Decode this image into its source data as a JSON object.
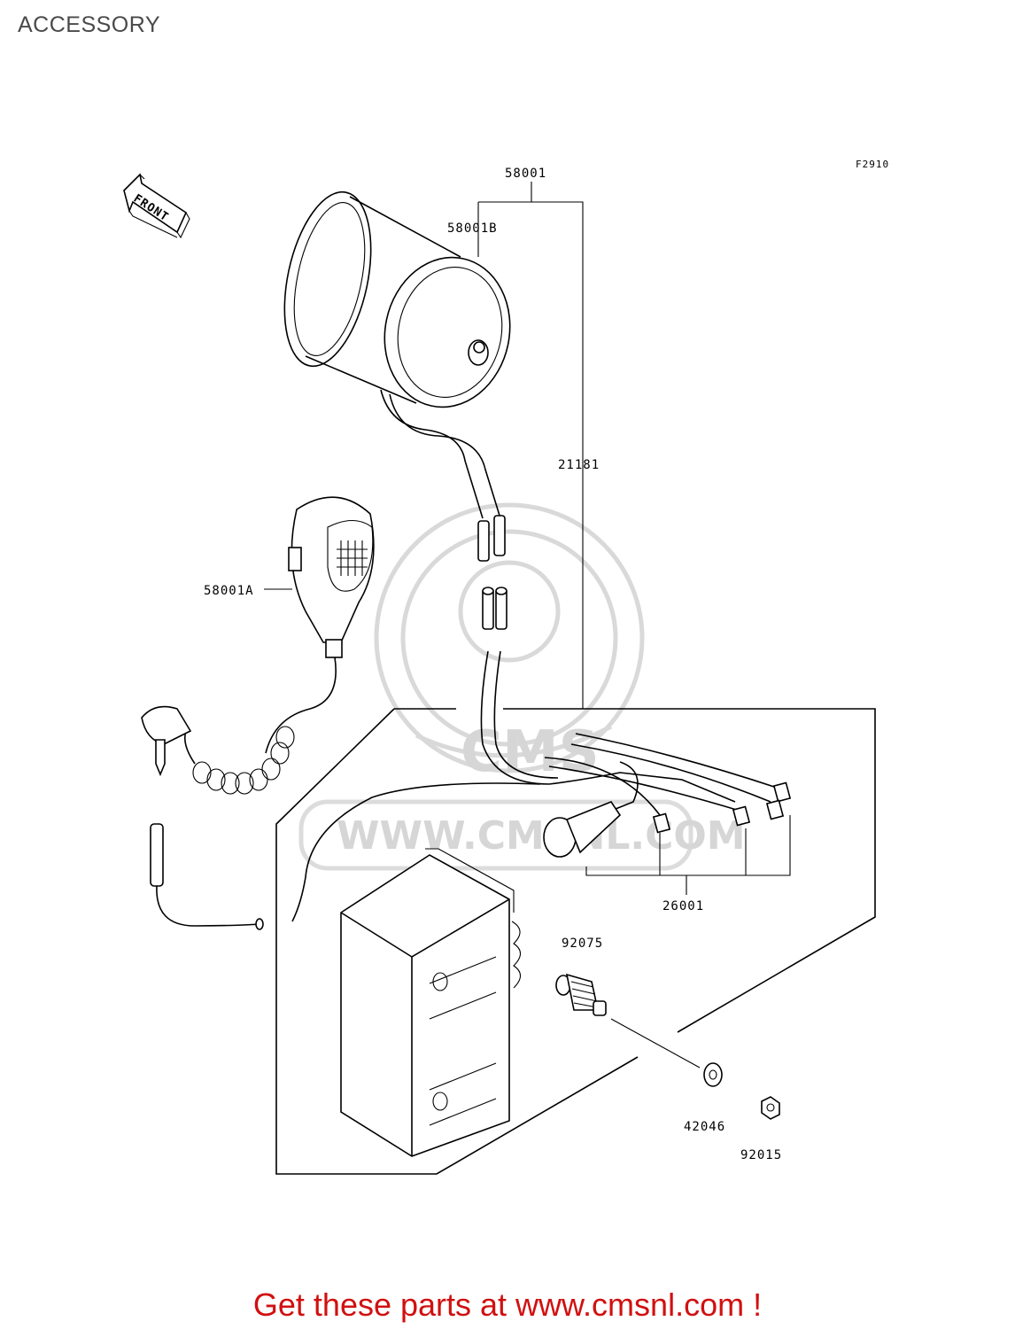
{
  "header": {
    "title": "ACCESSORY"
  },
  "figure_code": "F2910",
  "front_arrow_label": "FRONT",
  "watermark": {
    "text": "WWW.CMSNL.COM",
    "logo": "CMS"
  },
  "callouts": {
    "p58001": "58001",
    "p58001B": "58001B",
    "p58001A": "58001A",
    "p21181": "21181",
    "p26001": "26001",
    "p92075": "92075",
    "p42046": "42046",
    "p92015": "92015"
  },
  "footer": {
    "cta": "Get these parts at www.cmsnl.com !",
    "color": "#d11010"
  }
}
